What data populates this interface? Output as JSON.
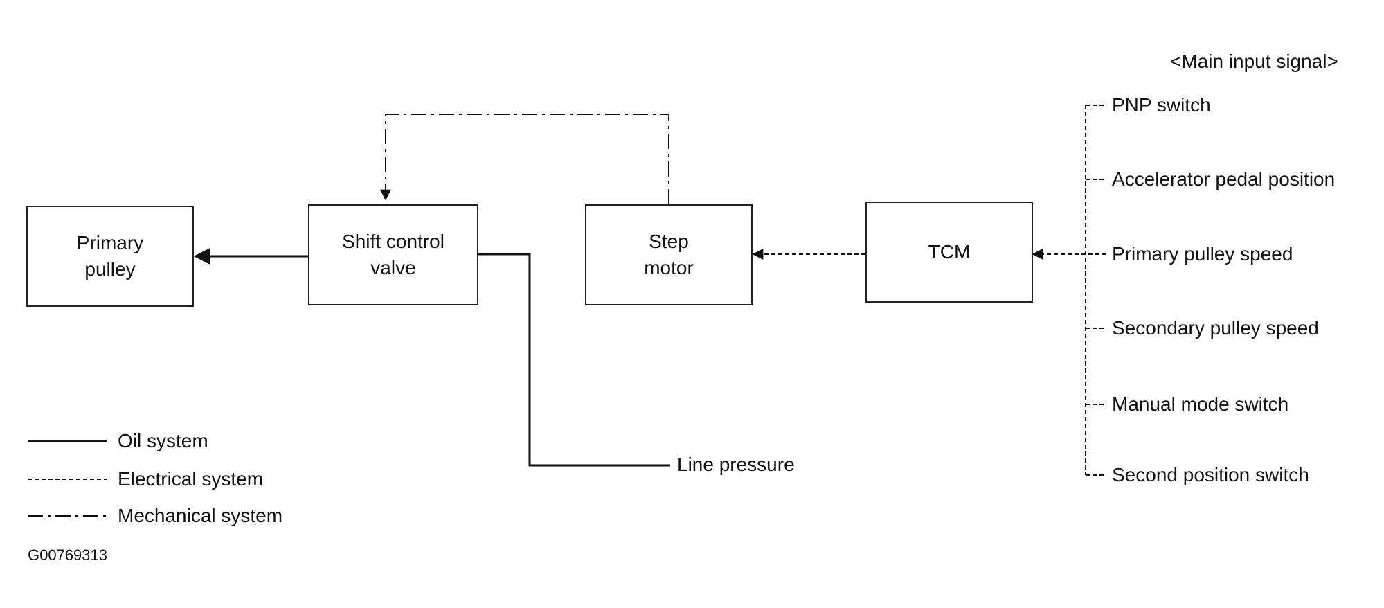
{
  "blocks": {
    "primary_pulley": "Primary\npulley",
    "shift_control_valve": "Shift control\nvalve",
    "step_motor": "Step\nmotor",
    "tcm": "TCM"
  },
  "line_pressure": "Line pressure",
  "inputs": {
    "heading": "<Main input signal>",
    "items": [
      "PNP switch",
      "Accelerator pedal position",
      "Primary pulley speed",
      "Secondary pulley speed",
      "Manual mode switch",
      "Second position switch"
    ]
  },
  "legend": {
    "oil": "Oil system",
    "electrical": "Electrical system",
    "mechanical": "Mechanical system"
  },
  "figure_id": "G00769313"
}
